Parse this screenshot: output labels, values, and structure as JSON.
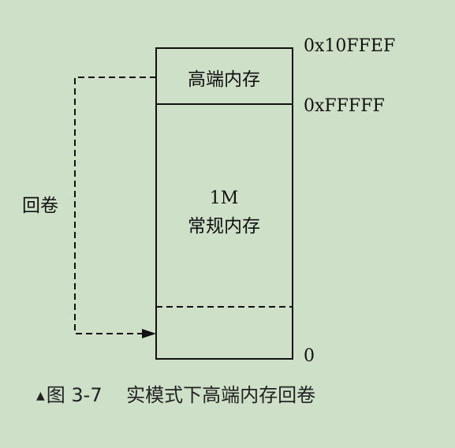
{
  "memory_map": {
    "top_address": "0x10FFEF",
    "boundary_address": "0xFFFFF",
    "bottom_address": "0",
    "high_region_label": "高端内存",
    "main_region_label_line1": "1M",
    "main_region_label_line2": "常规内存",
    "wrap_label": "回卷"
  },
  "caption": {
    "marker": "▲",
    "figure_number": "图 3-7",
    "title": "实模式下高端内存回卷"
  },
  "colors": {
    "background": "#cfe0c8",
    "stroke": "#111111"
  }
}
